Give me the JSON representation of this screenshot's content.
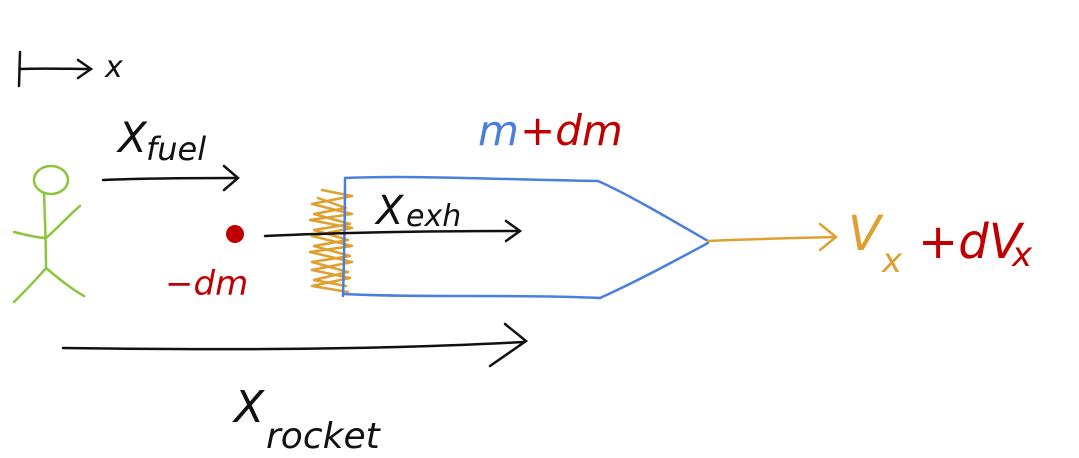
{
  "colors": {
    "ink": "#111111",
    "observer": "#8cc63f",
    "rocket_body": "#4a7fe0",
    "exhaust": "#e0a030",
    "mass": "#c00000"
  },
  "axis": {
    "arrow_label": "x"
  },
  "labels": {
    "x_fuel_main": "X",
    "x_fuel_sub": "fuel",
    "x_exh_main": "X",
    "x_exh_sub": "exh",
    "x_rocket_main": "X",
    "x_rocket_sub": "rocket",
    "neg_dm": "−dm",
    "m_part": "m",
    "plus_dm_part": "+dm",
    "v_main": "V",
    "v_sub": "x",
    "dv_plus": "+dV",
    "dv_sub": "x"
  },
  "icons": {
    "observer": "stick-figure-icon",
    "fuel_particle": "dot-icon",
    "rocket": "rocket-outline-icon",
    "flame": "flame-zigzag-icon"
  }
}
